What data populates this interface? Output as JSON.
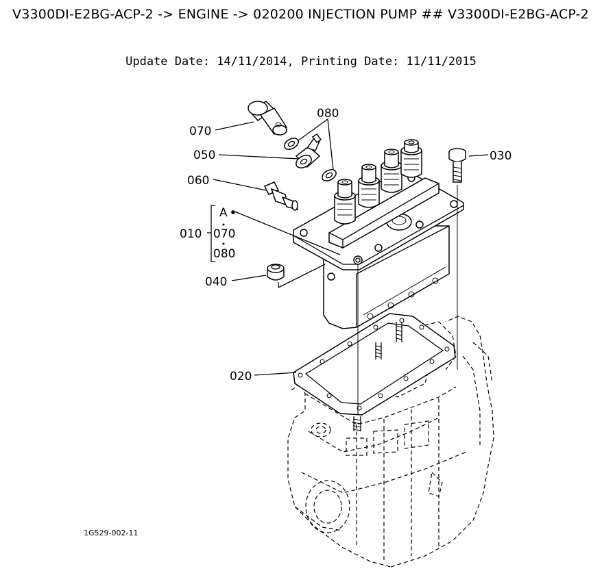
{
  "header": {
    "title": "V3300DI-E2BG-ACP-2 -> ENGINE -> 020200 INJECTION PUMP ## V3300DI-E2BG-ACP-2",
    "dates": "Update Date: 14/11/2014, Printing Date: 11/11/2015"
  },
  "diagram": {
    "callouts": {
      "p070": "070",
      "p080": "080",
      "p050": "050",
      "p060": "060",
      "p030": "030",
      "p010": "010",
      "pA": "A",
      "sub070": "070",
      "sub080": "080",
      "p040": "040",
      "p020": "020"
    }
  },
  "footer": {
    "drawing_code": "1G529-002-11"
  }
}
